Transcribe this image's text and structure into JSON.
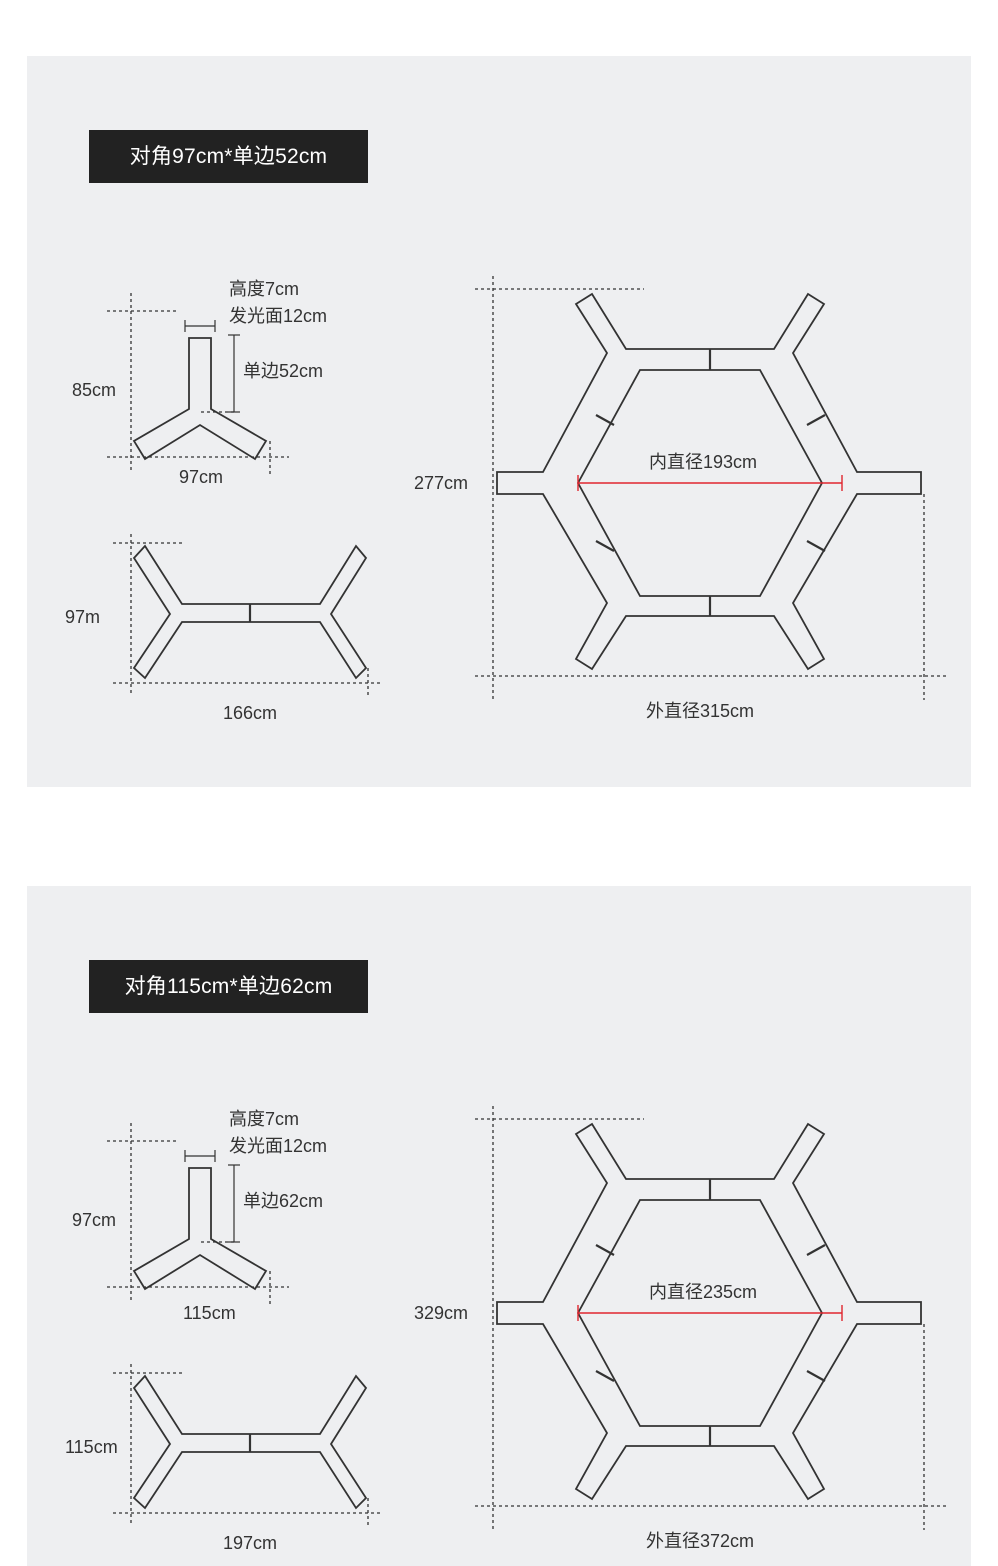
{
  "panels": [
    {
      "title": "对角97cm*单边52cm",
      "labels": {
        "height": "高度7cm",
        "face": "发光面12cm",
        "side": "单边52cm",
        "y_height": "85cm",
        "y_width": "97cm",
        "double_height": "97m",
        "double_width": "166cm",
        "hex_height": "277cm",
        "inner_diameter": "内直径193cm",
        "outer_diameter": "外直径315cm"
      }
    },
    {
      "title": "对角115cm*单边62cm",
      "labels": {
        "height": "高度7cm",
        "face": "发光面12cm",
        "side": "单边62cm",
        "y_height": "97cm",
        "y_width": "115cm",
        "double_height": "115cm",
        "double_width": "197cm",
        "hex_height": "329cm",
        "inner_diameter": "内直径235cm",
        "outer_diameter": "外直径372cm"
      }
    }
  ],
  "colors": {
    "panel_bg": "#eeeff1",
    "title_bg": "#222222",
    "line": "#333333",
    "accent": "#e0262f"
  }
}
